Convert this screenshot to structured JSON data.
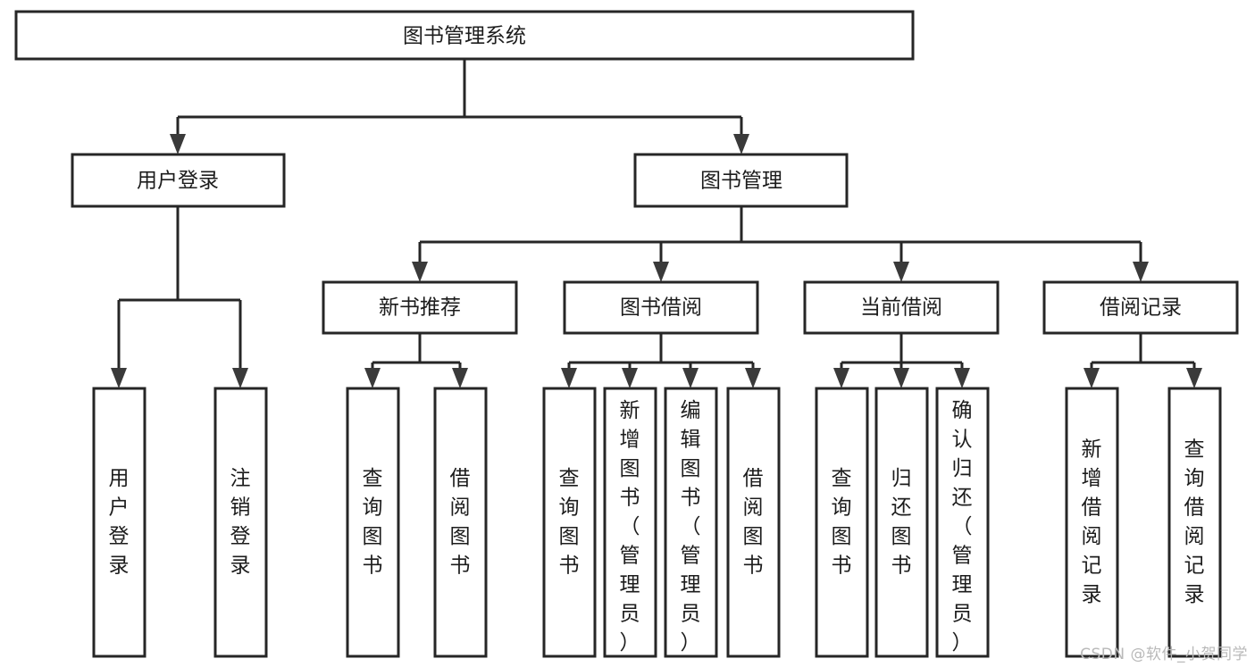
{
  "diagram": {
    "title": "图书管理系统",
    "type": "tree-hierarchy",
    "root": {
      "id": "root",
      "label": "图书管理系统",
      "orientation": "horizontal"
    },
    "level2": [
      {
        "id": "user-login",
        "label": "用户登录",
        "orientation": "horizontal"
      },
      {
        "id": "book-manage",
        "label": "图书管理",
        "orientation": "horizontal"
      }
    ],
    "level3": [
      {
        "id": "new-book-recommend",
        "label": "新书推荐",
        "orientation": "horizontal"
      },
      {
        "id": "book-borrow",
        "label": "图书借阅",
        "orientation": "horizontal"
      },
      {
        "id": "current-borrow",
        "label": "当前借阅",
        "orientation": "horizontal"
      },
      {
        "id": "borrow-record",
        "label": "借阅记录",
        "orientation": "horizontal"
      }
    ],
    "leaves": [
      {
        "id": "leaf-user-login",
        "label": "用户登录",
        "orientation": "vertical",
        "parent": "user-login"
      },
      {
        "id": "leaf-logout-login",
        "label": "注销登录",
        "orientation": "vertical",
        "parent": "user-login"
      },
      {
        "id": "leaf-query-book-1",
        "label": "查询图书",
        "orientation": "vertical",
        "parent": "new-book-recommend"
      },
      {
        "id": "leaf-borrow-book-1",
        "label": "借阅图书",
        "orientation": "vertical",
        "parent": "new-book-recommend"
      },
      {
        "id": "leaf-query-book-2",
        "label": "查询图书",
        "orientation": "vertical",
        "parent": "book-borrow"
      },
      {
        "id": "leaf-add-book",
        "label": "新增图书（管理员）",
        "orientation": "vertical",
        "parent": "book-borrow"
      },
      {
        "id": "leaf-edit-book",
        "label": "编辑图书（管理员）",
        "orientation": "vertical",
        "parent": "book-borrow"
      },
      {
        "id": "leaf-borrow-book-2",
        "label": "借阅图书",
        "orientation": "vertical",
        "parent": "book-borrow"
      },
      {
        "id": "leaf-query-book-3",
        "label": "查询图书",
        "orientation": "vertical",
        "parent": "current-borrow"
      },
      {
        "id": "leaf-return-book",
        "label": "归还图书",
        "orientation": "vertical",
        "parent": "current-borrow"
      },
      {
        "id": "leaf-confirm-return",
        "label": "确认归还（管理员）",
        "orientation": "vertical",
        "parent": "current-borrow"
      },
      {
        "id": "leaf-add-record",
        "label": "新增借阅记录",
        "orientation": "vertical",
        "parent": "borrow-record"
      },
      {
        "id": "leaf-query-record",
        "label": "查询借阅记录",
        "orientation": "vertical",
        "parent": "borrow-record"
      }
    ]
  },
  "watermark": {
    "text": "CSDN @软件_小贺同学"
  },
  "colors": {
    "box_stroke": "#262626",
    "box_fill": "#ffffff",
    "connector": "#262626",
    "text": "#1c1c1c",
    "watermark": "#b9b9b9",
    "background": "#ffffff"
  }
}
